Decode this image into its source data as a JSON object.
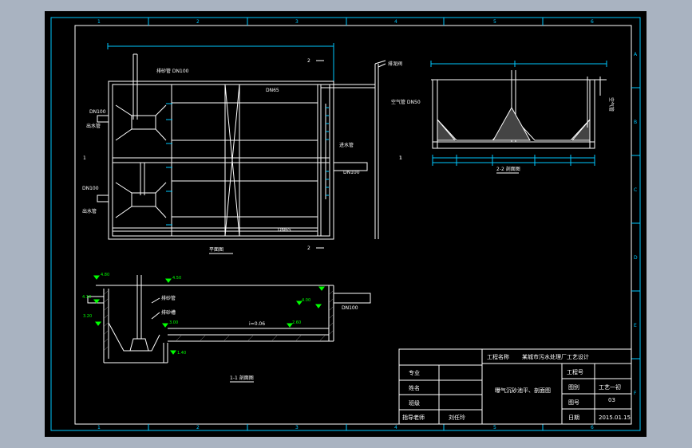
{
  "colors": {
    "background": "#a9b3c1",
    "canvas": "#000000",
    "line": "#ffffff",
    "annotation": "#00ff00",
    "dimension": "#00c8ff",
    "frame": "#00c8ff",
    "hatch": "#ffffff"
  },
  "border": {
    "top_numbers": [
      "1",
      "2",
      "3",
      "4",
      "5",
      "6"
    ],
    "bottom_numbers": [
      "1",
      "2",
      "3",
      "4",
      "5",
      "6"
    ],
    "right_letters": [
      "A",
      "B",
      "C",
      "D",
      "E",
      "F"
    ]
  },
  "plan": {
    "title": "平面图",
    "labels": {
      "mud_pipe": "排砂管 DN100",
      "air_pipe": "空气管 DN50",
      "inlet_pipe": "进水管",
      "outlet_pipe": "出水管",
      "drain_pipe": "排泥阀",
      "dn_left_top": "DN100",
      "dn_left_bottom": "DN100",
      "dn_right": "DN100",
      "dn_inner": "DN65",
      "dn_inner_bottom": "DN65",
      "section_top": "2",
      "section_bottom": "2",
      "section_left": "1",
      "section_right": "1"
    }
  },
  "section22": {
    "title": "2-2 剖面图",
    "labels": {
      "air_tube": "空气管",
      "mark": "1"
    }
  },
  "section11": {
    "title": "1-1 剖面图",
    "labels": {
      "mud_pipe": "排砂管",
      "sand_pipe": "排砂槽",
      "level": "i=0.06",
      "dn": "DN100"
    }
  },
  "title_block": {
    "project_label": "工程名称",
    "project_name": "某城市污水处理厂工艺设计",
    "drawing_name": "曝气沉砂池平、剖面图",
    "rows_left": [
      {
        "label": "专业",
        "value": ""
      },
      {
        "label": "姓名",
        "value": ""
      },
      {
        "label": "班级",
        "value": ""
      },
      {
        "label": "指导老师",
        "value": "刘任玲"
      }
    ],
    "rows_right": [
      {
        "label": "工程号",
        "value": ""
      },
      {
        "label": "图别",
        "value": "工艺一初"
      },
      {
        "label": "图号",
        "value": "03"
      },
      {
        "label": "日期",
        "value": "2015.01.15"
      }
    ]
  }
}
